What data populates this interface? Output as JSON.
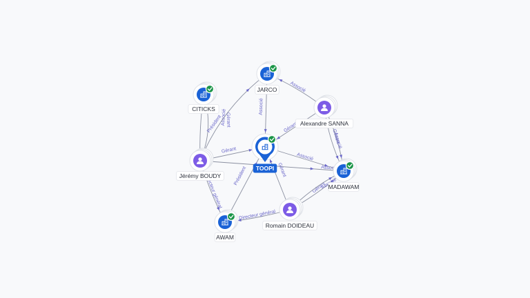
{
  "graph": {
    "center": {
      "id": "toopi",
      "label": "TOOPI",
      "kind": "company",
      "verified": true,
      "icon": "building-icon"
    },
    "nodes": [
      {
        "id": "jarco",
        "label": "JARCO",
        "kind": "company",
        "verified": true,
        "icon": "building-icon"
      },
      {
        "id": "citicks",
        "label": "CITICKS",
        "kind": "company",
        "verified": true,
        "icon": "building-icon"
      },
      {
        "id": "alexandre",
        "label": "Alexandre SANNA",
        "kind": "person",
        "verified": false,
        "icon": "person-icon"
      },
      {
        "id": "jeremy",
        "label": "Jérémy BOUDY",
        "kind": "person",
        "verified": false,
        "icon": "person-icon"
      },
      {
        "id": "madawam",
        "label": "MADAWAM",
        "kind": "company",
        "verified": true,
        "icon": "building-icon"
      },
      {
        "id": "awam",
        "label": "AWAM",
        "kind": "company",
        "verified": true,
        "icon": "building-icon"
      },
      {
        "id": "romain",
        "label": "Romain DOIDEAU",
        "kind": "person",
        "verified": false,
        "icon": "person-icon"
      }
    ],
    "edges": [
      {
        "from": "jarco",
        "to": "toopi",
        "label": "Associé"
      },
      {
        "from": "alexandre",
        "to": "jarco",
        "label": "Associé"
      },
      {
        "from": "alexandre",
        "to": "toopi",
        "label": "Gérant"
      },
      {
        "from": "alexandre",
        "to": "madawam",
        "label": "Gérant"
      },
      {
        "from": "alexandre",
        "to": "madawam",
        "label": "Associé"
      },
      {
        "from": "jeremy",
        "to": "toopi",
        "label": "Gérant"
      },
      {
        "from": "jeremy",
        "to": "citicks",
        "label": "Gérant"
      },
      {
        "from": "jeremy",
        "to": "citicks",
        "label": "Associé"
      },
      {
        "from": "jeremy",
        "to": "jarco",
        "label": "Président"
      },
      {
        "from": "jeremy",
        "to": "awam",
        "label": "Directeur général"
      },
      {
        "from": "jeremy",
        "to": "madawam",
        "label": "Associé"
      },
      {
        "from": "awam",
        "to": "toopi",
        "label": "Président"
      },
      {
        "from": "toopi",
        "to": "madawam",
        "label": "Associé"
      },
      {
        "from": "romain",
        "to": "toopi",
        "label": "Gérant"
      },
      {
        "from": "romain",
        "to": "awam",
        "label": "Directeur général"
      },
      {
        "from": "romain",
        "to": "madawam",
        "label": "Gérant"
      },
      {
        "from": "romain",
        "to": "madawam",
        "label": "Associé"
      }
    ],
    "colors": {
      "company": "#1a62d6",
      "person": "#7d5ce6",
      "verified": "#1b9548",
      "edge_label": "#6a67c9",
      "edge_line": "#8a8fa0"
    }
  }
}
